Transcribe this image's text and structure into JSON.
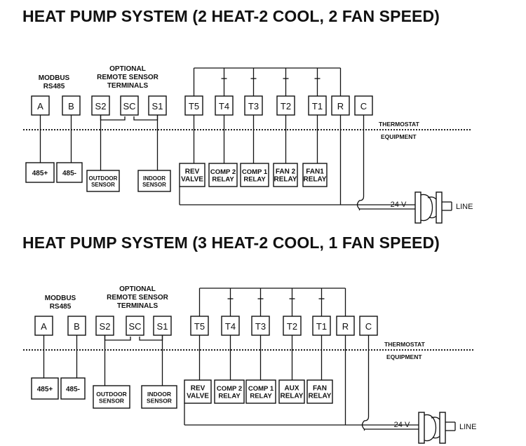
{
  "diagrams": [
    {
      "title": "HEAT PUMP SYSTEM (2 HEAT-2 COOL, 2 FAN SPEED)",
      "modbus": [
        "MODBUS",
        "RS485"
      ],
      "remote_sensor": [
        "OPTIONAL",
        "REMOTE SENSOR",
        "TERMINALS"
      ],
      "thermostat_terminals": [
        "A",
        "B",
        "S2",
        "SC",
        "S1",
        "T5",
        "T4",
        "T3",
        "T2",
        "T1",
        "R",
        "C"
      ],
      "boundary_labels": [
        "THERMOSTAT",
        "EQUIPMENT"
      ],
      "equipment": [
        [
          "485+"
        ],
        [
          "485-"
        ],
        [
          "OUTDOOR",
          "SENSOR"
        ],
        [
          "INDOOR",
          "SENSOR"
        ],
        [
          "REV",
          "VALVE"
        ],
        [
          "COMP 2",
          "RELAY"
        ],
        [
          "COMP 1",
          "RELAY"
        ],
        [
          "FAN 2",
          "RELAY"
        ],
        [
          "FAN1",
          "RELAY"
        ]
      ],
      "voltage": "24 V",
      "line": "LINE"
    },
    {
      "title": "HEAT PUMP SYSTEM (3 HEAT-2 COOL, 1 FAN SPEED)",
      "modbus": [
        "MODBUS",
        "RS485"
      ],
      "remote_sensor": [
        "OPTIONAL",
        "REMOTE SENSOR",
        "TERMINALS"
      ],
      "thermostat_terminals": [
        "A",
        "B",
        "S2",
        "SC",
        "S1",
        "T5",
        "T4",
        "T3",
        "T2",
        "T1",
        "R",
        "C"
      ],
      "boundary_labels": [
        "THERMOSTAT",
        "EQUIPMENT"
      ],
      "equipment": [
        [
          "485+"
        ],
        [
          "485-"
        ],
        [
          "OUTDOOR",
          "SENSOR"
        ],
        [
          "INDOOR",
          "SENSOR"
        ],
        [
          "REV",
          "VALVE"
        ],
        [
          "COMP 2",
          "RELAY"
        ],
        [
          "COMP 1",
          "RELAY"
        ],
        [
          "AUX",
          "RELAY"
        ],
        [
          "FAN",
          "RELAY"
        ]
      ],
      "voltage": "24 V",
      "line": "LINE"
    }
  ]
}
